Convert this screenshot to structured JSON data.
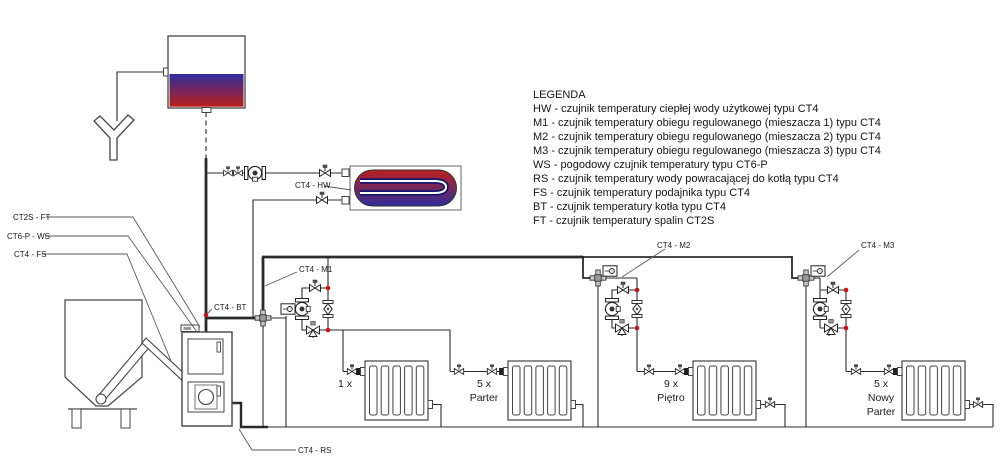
{
  "diagram": {
    "legend": {
      "title": "LEGENDA",
      "entries": [
        "HW - czujnik temperatury ciepłej wody użytkowej typu CT4",
        "M1 - czujnik temperatury obiegu regulowanego (mieszacza 1) typu CT4",
        "M2 - czujnik temperatury obiegu regulowanego (mieszacza 2) typu CT4",
        "M3 - czujnik temperatury obiegu regulowanego (mieszacza 3) typu CT4",
        "WS - pogodowy czujnik temperatury typu CT6-P",
        "RS - czujnik temperatury wody powracającej do kotłą typu CT4",
        "FS - czujnik temperatury podajnika typu CT4",
        "BT - czujnik temperatury kotła typu CT4",
        "FT - czujnik temperatury spalin CT2S"
      ]
    },
    "sensor_labels": {
      "ft": "CT2S - FT",
      "ws": "CT6-P - WS",
      "fs": "CT4 - FS",
      "bt": "CT4 - BT",
      "hw": "CT4 - HW",
      "m1": "CT4 - M1",
      "m2": "CT4 - M2",
      "m3": "CT4 - M3",
      "rs": "CT4 - RS"
    },
    "radiators": [
      {
        "lines": [
          "1 x"
        ]
      },
      {
        "lines": [
          "5 x",
          "Parter"
        ]
      },
      {
        "lines": [
          "9 x",
          "Piętro"
        ]
      },
      {
        "lines": [
          "5 x",
          "Nowy",
          "Parter"
        ]
      }
    ],
    "colors": {
      "hot": "#bb1f1b",
      "cold": "#2e2e9e",
      "junction": "#cc1111",
      "line": "#2b2b2b"
    }
  }
}
